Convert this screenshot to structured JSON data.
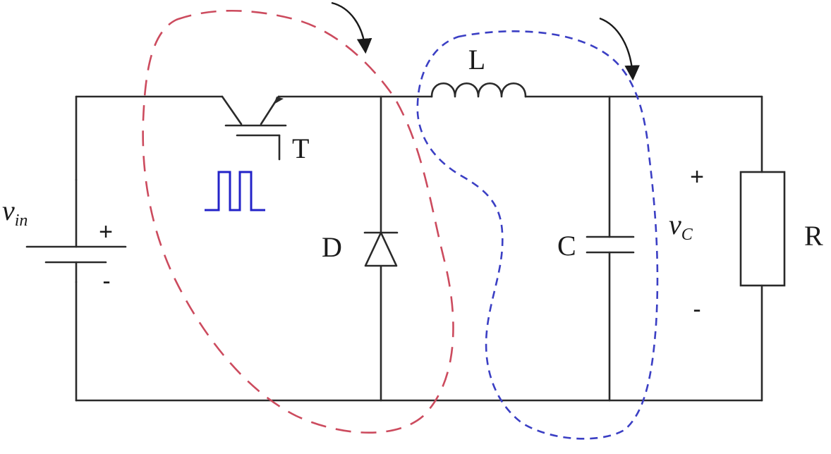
{
  "labels": {
    "vin_var": "v",
    "vin_sub": "in",
    "vin_plus": "+",
    "vin_minus": "-",
    "transistor": "T",
    "diode": "D",
    "inductor": "L",
    "capacitor": "C",
    "vc_var": "v",
    "vc_sub": "C",
    "vc_plus": "+",
    "vc_minus": "-",
    "resistor": "R"
  },
  "colors": {
    "wire": "#2a2a2a",
    "loop_on": "#cc4b5e",
    "loop_off": "#3b3fc4",
    "pulse": "#2323c8",
    "arrow": "#1a1a1a"
  },
  "icons": {
    "gate_pulse": "square-wave-pulse-icon",
    "flow_arrow": "curved-arrow-icon"
  }
}
